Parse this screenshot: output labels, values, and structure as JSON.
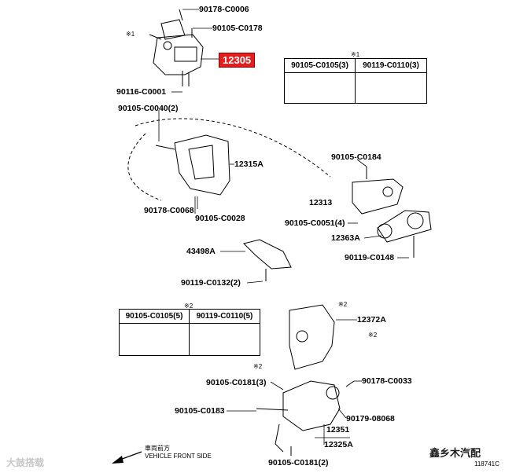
{
  "parts": {
    "p_90178_c0006": "90178-C0006",
    "p_90105_c0178": "90105-C0178",
    "star1_top": "※1",
    "p_12305": "12305",
    "p_90116_c0001": "90116-C0001",
    "p_90105_c0040": "90105-C0040(2)",
    "p_12315a": "12315A",
    "p_90178_c0068": "90178-C0068",
    "p_90105_c0028": "90105-C0028",
    "p_90105_c0184": "90105-C0184",
    "p_12313": "12313",
    "p_90105_c0051": "90105-C0051(4)",
    "p_12363a": "12363A",
    "p_90119_c0148": "90119-C0148",
    "p_43498a": "43498A",
    "p_90119_c0132": "90119-C0132(2)",
    "p_12372a": "12372A",
    "star2_a": "※2",
    "star2_b": "※2",
    "star2_c": "※2",
    "p_90105_c0181_3": "90105-C0181(3)",
    "p_90178_c0033": "90178-C0033",
    "p_90105_c0183": "90105-C0183",
    "p_90179_08068": "90179-08068",
    "p_12351": "12351",
    "p_12325a": "12325A",
    "p_90105_c0181_2": "90105-C0181(2)"
  },
  "table1": {
    "note": "※1",
    "col1": "90105-C0105(3)",
    "col2": "90119-C0110(3)"
  },
  "table2": {
    "note": "※2",
    "col1": "90105-C0105(5)",
    "col2": "90119-C0110(5)"
  },
  "footer": {
    "front_cn": "車両前方",
    "front_en": "VEHICLE FRONT SIDE",
    "code": "118741C",
    "watermark_left": "大鼓搭载",
    "watermark_right": "鑫乡木汽配"
  }
}
